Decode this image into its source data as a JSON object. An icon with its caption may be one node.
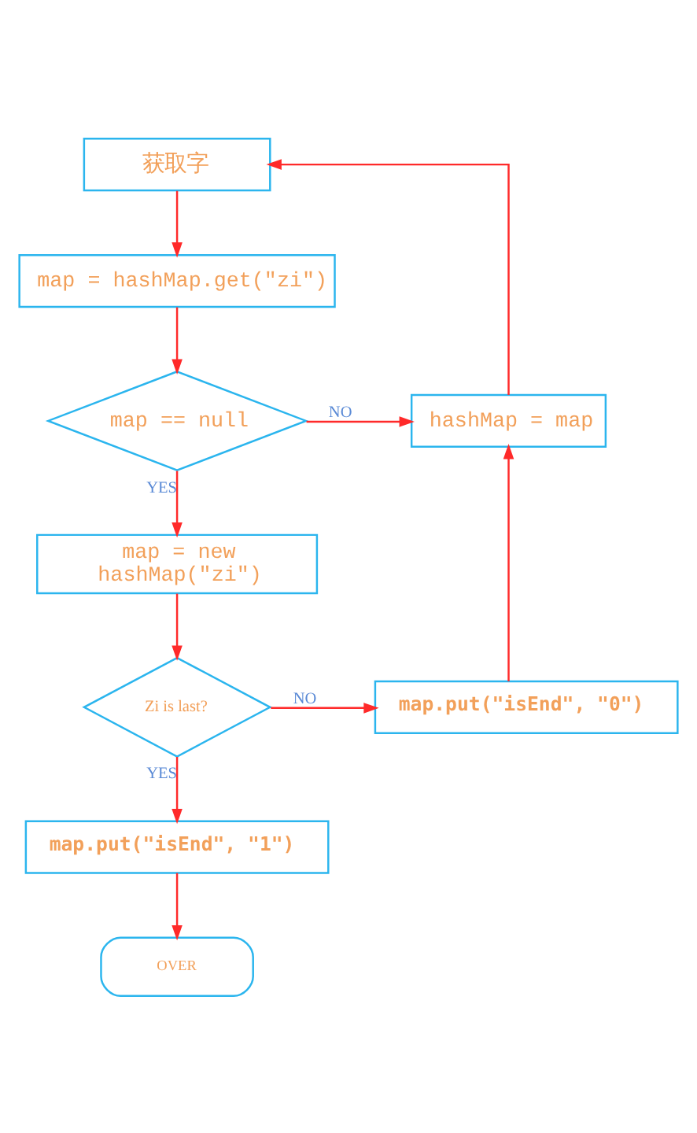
{
  "diagram": {
    "nodes": [
      {
        "text": [
          "获取字"
        ]
      },
      {
        "text": [
          "map = hashMap.get(\"zi\")"
        ]
      },
      {
        "text": [
          "map == null"
        ]
      },
      {
        "text": [
          "hashMap = map"
        ]
      },
      {
        "text": [
          "map = new hashMap(\"zi\")"
        ]
      },
      {
        "text": [
          "Zi is last?"
        ]
      },
      {
        "text": [
          "map.put(\"isEnd\", \"0\")"
        ]
      },
      {
        "text": [
          "map.put(\"isEnd\", \"1\")"
        ]
      },
      {
        "text": [
          "OVER"
        ]
      }
    ],
    "edges": [
      {
        "from": 0,
        "to": 1,
        "arrow": "to"
      },
      {
        "from": 1,
        "to": 2,
        "arrow": "to"
      },
      {
        "from": 2,
        "to": 3,
        "arrow": "to",
        "label": "NO"
      },
      {
        "from": 2,
        "to": 4,
        "arrow": "to",
        "label": "YES"
      },
      {
        "from": 4,
        "to": 5,
        "arrow": "to"
      },
      {
        "from": 5,
        "to": 6,
        "arrow": "to",
        "label": "NO"
      },
      {
        "from": 5,
        "to": 7,
        "arrow": "to",
        "label": "YES"
      },
      {
        "from": 7,
        "to": 8,
        "arrow": "to"
      },
      {
        "from": 6,
        "to": 3,
        "arrow": "to"
      },
      {
        "from": 3,
        "to": 0,
        "arrow": "to"
      }
    ]
  }
}
